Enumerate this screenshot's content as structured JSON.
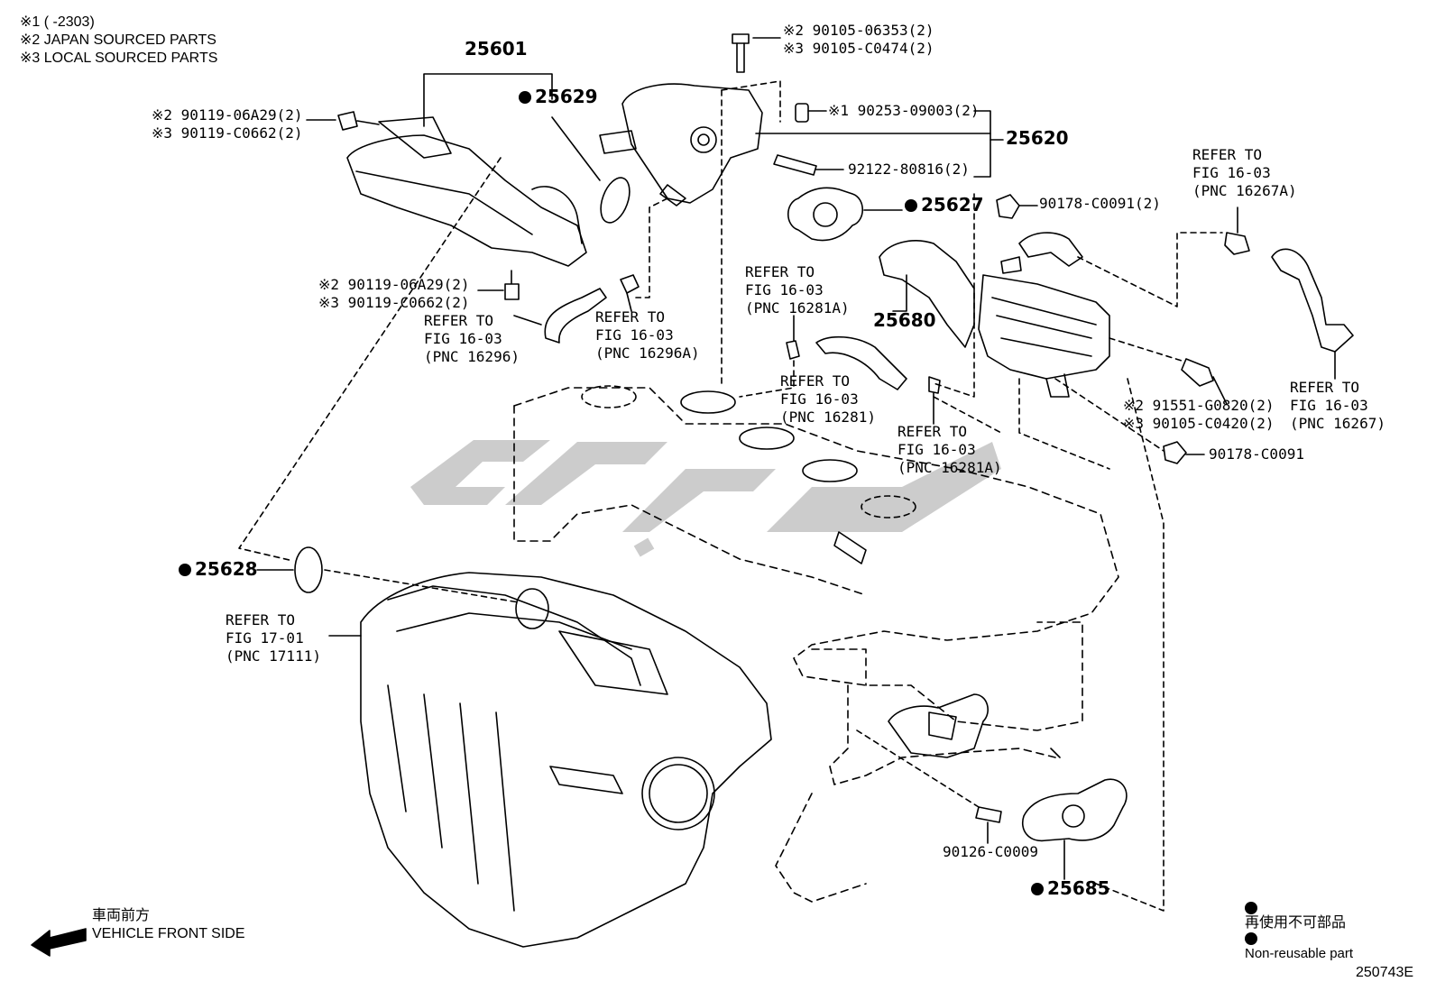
{
  "notes": [
    "※1 (      -2303)",
    "※2 JAPAN SOURCED PARTS",
    "※3 LOCAL SOURCED PARTS"
  ],
  "callouts": {
    "p25601": "25601",
    "p25629": "25629",
    "bolt_top_2": "※2 90105-06353(2)",
    "bolt_top_3": "※3 90105-C0474(2)",
    "left_bolt_2": "※2 90119-06A29(2)",
    "left_bolt_3": "※3 90119-C0662(2)",
    "mid_bolt_2": "※2 90119-06A29(2)",
    "mid_bolt_3": "※3 90119-C0662(2)",
    "pin": "※1 90253-09003(2)",
    "p25620": "25620",
    "stud": "92122-80816(2)",
    "p25627": "25627",
    "nut_top": "90178-C0091(2)",
    "p25680": "25680",
    "bolt_right_2": "※2 91551-G0820(2)",
    "bolt_right_3": "※3 90105-C0420(2)",
    "nut_right": "90178-C0091",
    "p25628": "25628",
    "stud_bottom": "90126-C0009",
    "p25685": "25685",
    "figure_id": "250743E"
  },
  "refers": [
    {
      "id": "r16296",
      "lines": [
        "REFER TO",
        "FIG 16-03",
        "(PNC 16296)"
      ]
    },
    {
      "id": "r16296a",
      "lines": [
        "REFER TO",
        "FIG 16-03",
        "(PNC 16296A)"
      ]
    },
    {
      "id": "r16281a_top",
      "lines": [
        "REFER TO",
        "FIG 16-03",
        "(PNC 16281A)"
      ]
    },
    {
      "id": "r16281",
      "lines": [
        "REFER TO",
        "FIG 16-03",
        "(PNC 16281)"
      ]
    },
    {
      "id": "r16281a_bot",
      "lines": [
        "REFER TO",
        "FIG 16-03",
        "(PNC 16281A)"
      ]
    },
    {
      "id": "r16267a",
      "lines": [
        "REFER TO",
        "FIG 16-03",
        "(PNC 16267A)"
      ]
    },
    {
      "id": "r16267",
      "lines": [
        "REFER TO",
        "FIG 16-03",
        "(PNC 16267)"
      ]
    },
    {
      "id": "r17111",
      "lines": [
        "REFER TO",
        "FIG 17-01",
        "(PNC 17111)"
      ]
    }
  ],
  "legend": {
    "non_reusable_jp": "再使用不可部品",
    "non_reusable_en": "Non-reusable part"
  },
  "direction": {
    "jp": "車両前方",
    "en": "VEHICLE FRONT SIDE"
  },
  "watermark": {
    "color": "#cccccc"
  }
}
